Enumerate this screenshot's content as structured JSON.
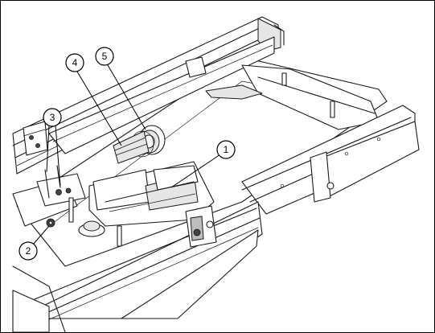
{
  "callouts": [
    {
      "id": "1",
      "label": "1"
    },
    {
      "id": "2",
      "label": "2"
    },
    {
      "id": "3",
      "label": "3"
    },
    {
      "id": "4",
      "label": "4"
    },
    {
      "id": "5",
      "label": "5"
    }
  ],
  "colors": {
    "line": "#1a1a1a",
    "background": "#ffffff",
    "shade": "#e6e6e6"
  }
}
